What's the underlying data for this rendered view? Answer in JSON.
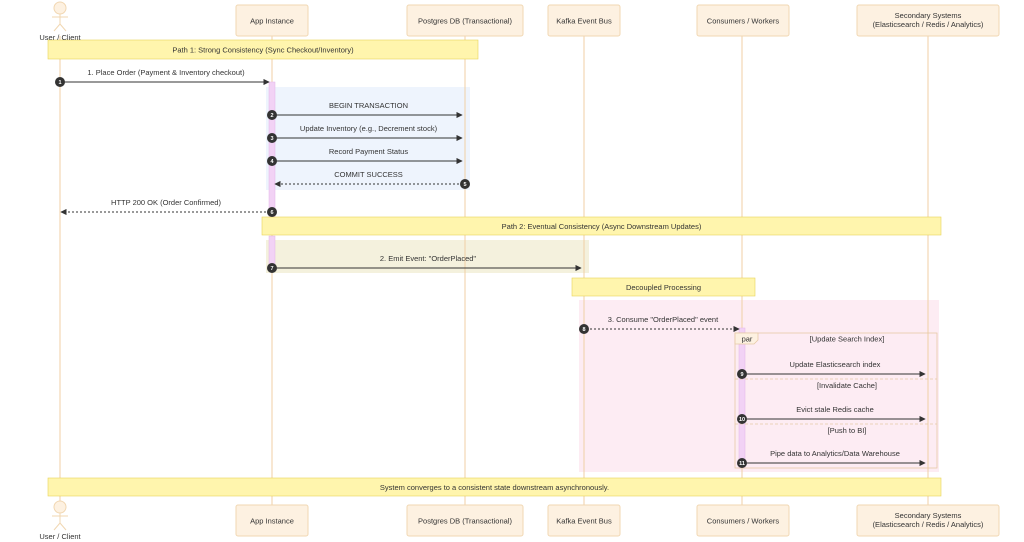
{
  "participants": [
    {
      "id": "user",
      "label": "User / Client",
      "kind": "actor"
    },
    {
      "id": "app",
      "label": "App Instance",
      "kind": "box"
    },
    {
      "id": "pg",
      "label": "Postgres DB (Transactional)",
      "kind": "box"
    },
    {
      "id": "kafka",
      "label": "Kafka Event Bus",
      "kind": "box"
    },
    {
      "id": "workers",
      "label": "Consumers / Workers",
      "kind": "box"
    },
    {
      "id": "secondary",
      "label": "Secondary Systems",
      "label2": "(Elasticsearch / Redis / Analytics)",
      "kind": "box"
    }
  ],
  "notes": [
    {
      "text": "Path 1: Strong Consistency (Sync Checkout/Inventory)"
    },
    {
      "text": "Path 2: Eventual Consistency (Async Downstream Updates)"
    },
    {
      "text": "Decoupled Processing"
    },
    {
      "text": "System converges to a consistent state downstream asynchronously."
    }
  ],
  "messages": [
    {
      "num": "1",
      "from": "user",
      "to": "app",
      "text": "1. Place Order (Payment & Inventory checkout)",
      "dashed": false
    },
    {
      "num": "2",
      "from": "app",
      "to": "pg",
      "text": "BEGIN TRANSACTION",
      "dashed": false
    },
    {
      "num": "3",
      "from": "app",
      "to": "pg",
      "text": "Update Inventory (e.g., Decrement stock)",
      "dashed": false
    },
    {
      "num": "4",
      "from": "app",
      "to": "pg",
      "text": "Record Payment Status",
      "dashed": false
    },
    {
      "num": "5",
      "from": "pg",
      "to": "app",
      "text": "COMMIT SUCCESS",
      "dashed": true
    },
    {
      "num": "6",
      "from": "app",
      "to": "user",
      "text": "HTTP 200 OK (Order Confirmed)",
      "dashed": true
    },
    {
      "num": "7",
      "from": "app",
      "to": "kafka",
      "text": "2. Emit Event: \"OrderPlaced\"",
      "dashed": false
    },
    {
      "num": "8",
      "from": "kafka",
      "to": "workers",
      "text": "3. Consume \"OrderPlaced\" event",
      "dashed": true
    },
    {
      "num": "9",
      "from": "workers",
      "to": "secondary",
      "text": "Update Elasticsearch index",
      "dashed": false
    },
    {
      "num": "10",
      "from": "workers",
      "to": "secondary",
      "text": "Evict stale Redis cache",
      "dashed": false
    },
    {
      "num": "11",
      "from": "workers",
      "to": "secondary",
      "text": "Pipe data to Analytics/Data Warehouse",
      "dashed": false
    }
  ],
  "par_block": {
    "label": "par",
    "sections": [
      "[Update Search Index]",
      "[Invalidate Cache]",
      "[Push to BI]"
    ]
  },
  "colors": {
    "box_fill": "#fdf1e1",
    "box_stroke": "#f1d7b2",
    "note_fill": "#fff5ad",
    "note_stroke": "#e8d45a",
    "lifeline": "#f0cfa5",
    "activation": "#f2d2f5",
    "region_blue": "#eef4fd",
    "region_olive": "#f4f1dd",
    "region_pink": "#fdecf3",
    "arrow": "#333333",
    "text": "#333333"
  }
}
